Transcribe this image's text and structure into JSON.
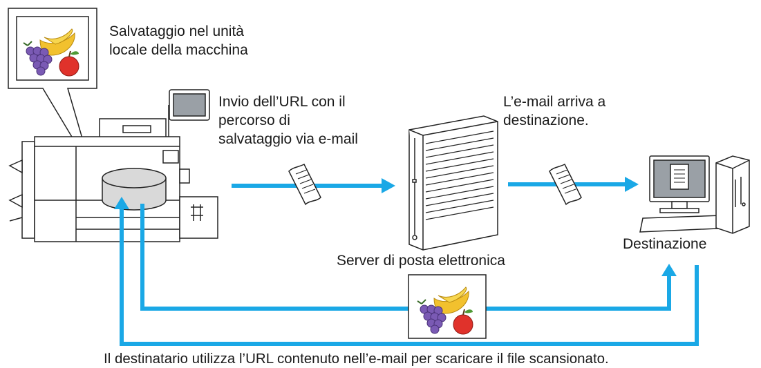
{
  "labels": {
    "local_save": [
      "Salvataggio nel unità",
      "locale della macchina"
    ],
    "url_send": [
      "Invio dell’URL con il",
      "percorso di",
      "salvataggio via e-mail"
    ],
    "mail_arrives": [
      "L’e-mail arriva a",
      "destinazione."
    ],
    "mail_server": "Server di posta elettronica",
    "destination": "Destinazione",
    "download_note": "Il destinatario utilizza l’URL contenuto nell’e-mail per scaricare il file scansionato."
  },
  "colors": {
    "arrow": "#1aa8e6",
    "outline": "#222222",
    "device_fill": "#ffffff",
    "storage_fill": "#d9d9d9",
    "screen_fill": "#9aa0a6",
    "grape": "#7a5ab4",
    "banana": "#f2c12e",
    "apple": "#e0322b"
  },
  "icons": [
    "multifunction-printer-icon",
    "storage-drum-icon",
    "email-document-icon",
    "mail-server-icon",
    "desktop-computer-icon",
    "scanned-image-icon"
  ]
}
